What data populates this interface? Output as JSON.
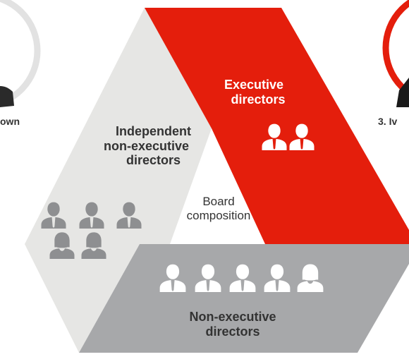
{
  "colors": {
    "executive": "#e41e0c",
    "independent": "#e6e6e4",
    "non_executive": "#a7a8aa",
    "independent_icon": "#8e8f91",
    "text_dark": "#333333",
    "text_light": "#ffffff",
    "photo_ring_left": "#e2e2e2",
    "photo_ring_right": "#e41e0c"
  },
  "diagram": {
    "center_label": "Board composition",
    "center_label_line1": "Board",
    "center_label_line2": "composition",
    "executive": {
      "line1": "Executive",
      "line2": "directors",
      "icons": [
        "person-male-icon",
        "person-male-icon"
      ]
    },
    "independent": {
      "line1": "Independent",
      "line2": "non-executive",
      "line3": "directors",
      "icons": [
        "person-male-icon",
        "person-male-icon",
        "person-male-icon",
        "person-female-icon",
        "person-female-icon"
      ]
    },
    "non_executive": {
      "line1": "Non-executive",
      "line2": "directors",
      "icons": [
        "person-male-icon",
        "person-male-icon",
        "person-male-icon",
        "person-male-icon",
        "person-female-icon"
      ]
    }
  },
  "side_captions": {
    "left": "own",
    "right": "3. Iv"
  }
}
